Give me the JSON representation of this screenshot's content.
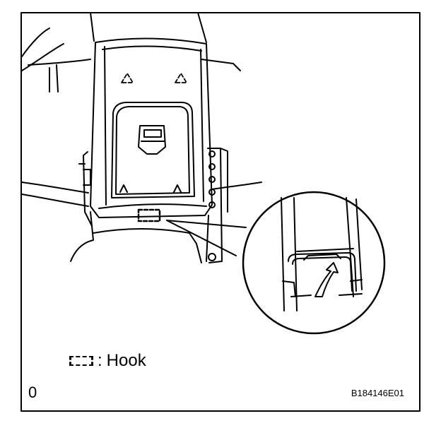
{
  "legend": {
    "symbol": "hook-symbol",
    "separator": ":",
    "label": "Hook"
  },
  "step_number": "0",
  "figure_code": "B184146E01",
  "colors": {
    "line": "#000000",
    "background": "#ffffff"
  }
}
